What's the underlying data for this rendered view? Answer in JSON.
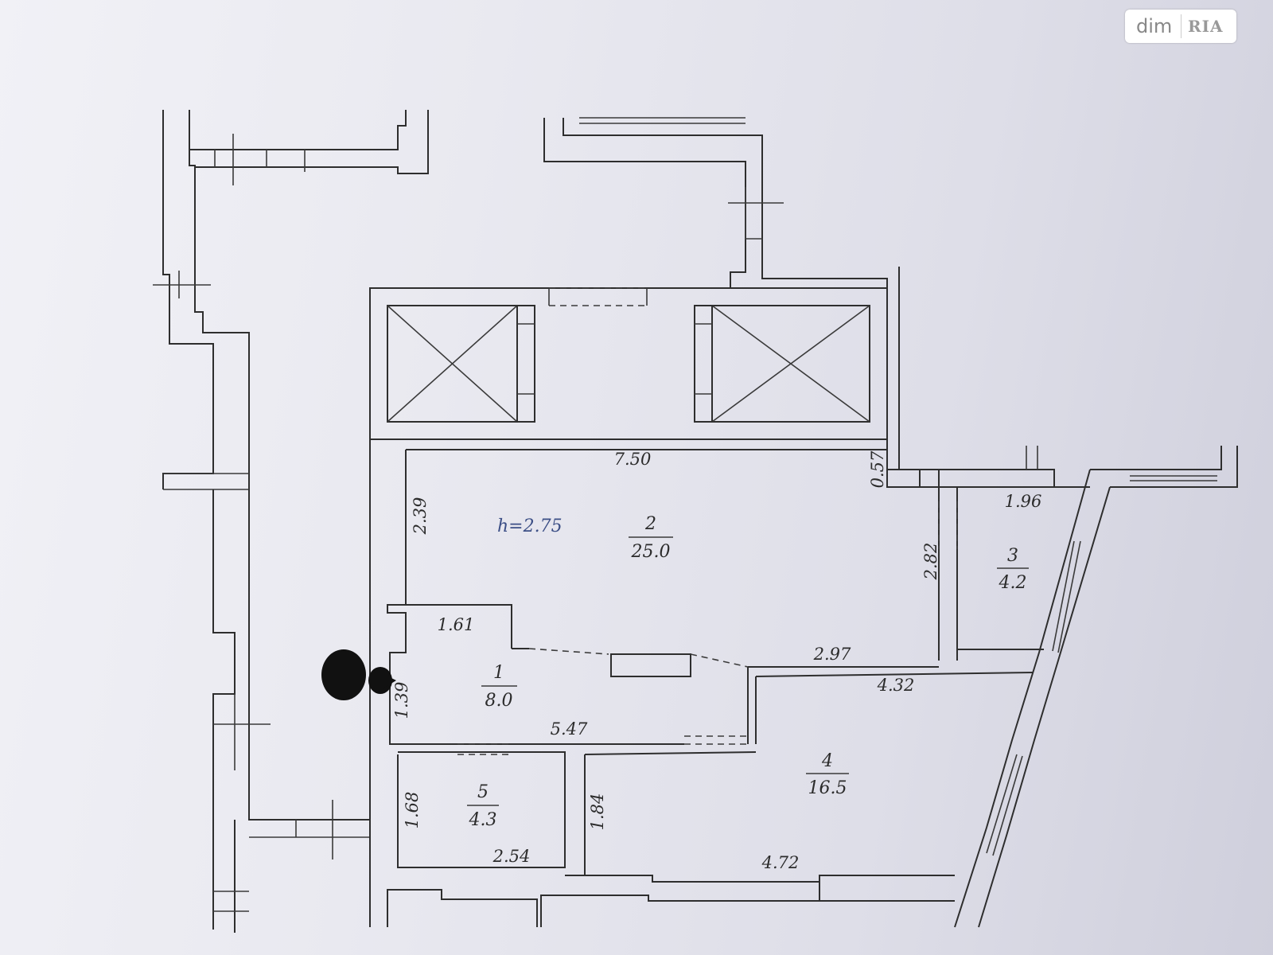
{
  "watermark": {
    "brand": "dim",
    "logo": "RIA"
  },
  "ceiling_height": "h=2.75",
  "rooms": [
    {
      "number": "1",
      "area": "8.0"
    },
    {
      "number": "2",
      "area": "25.0"
    },
    {
      "number": "3",
      "area": "4.2"
    },
    {
      "number": "4",
      "area": "16.5"
    },
    {
      "number": "5",
      "area": "4.3"
    }
  ],
  "dimensions": [
    "7.50",
    "0.57",
    "2.39",
    "1.96",
    "2.82",
    "1.61",
    "2.97",
    "4.32",
    "1.39",
    "5.47",
    "1.68",
    "1.84",
    "2.54",
    "4.72"
  ],
  "colors": {
    "walls": "#2e2e2e",
    "height_text": "#3c4f86"
  }
}
